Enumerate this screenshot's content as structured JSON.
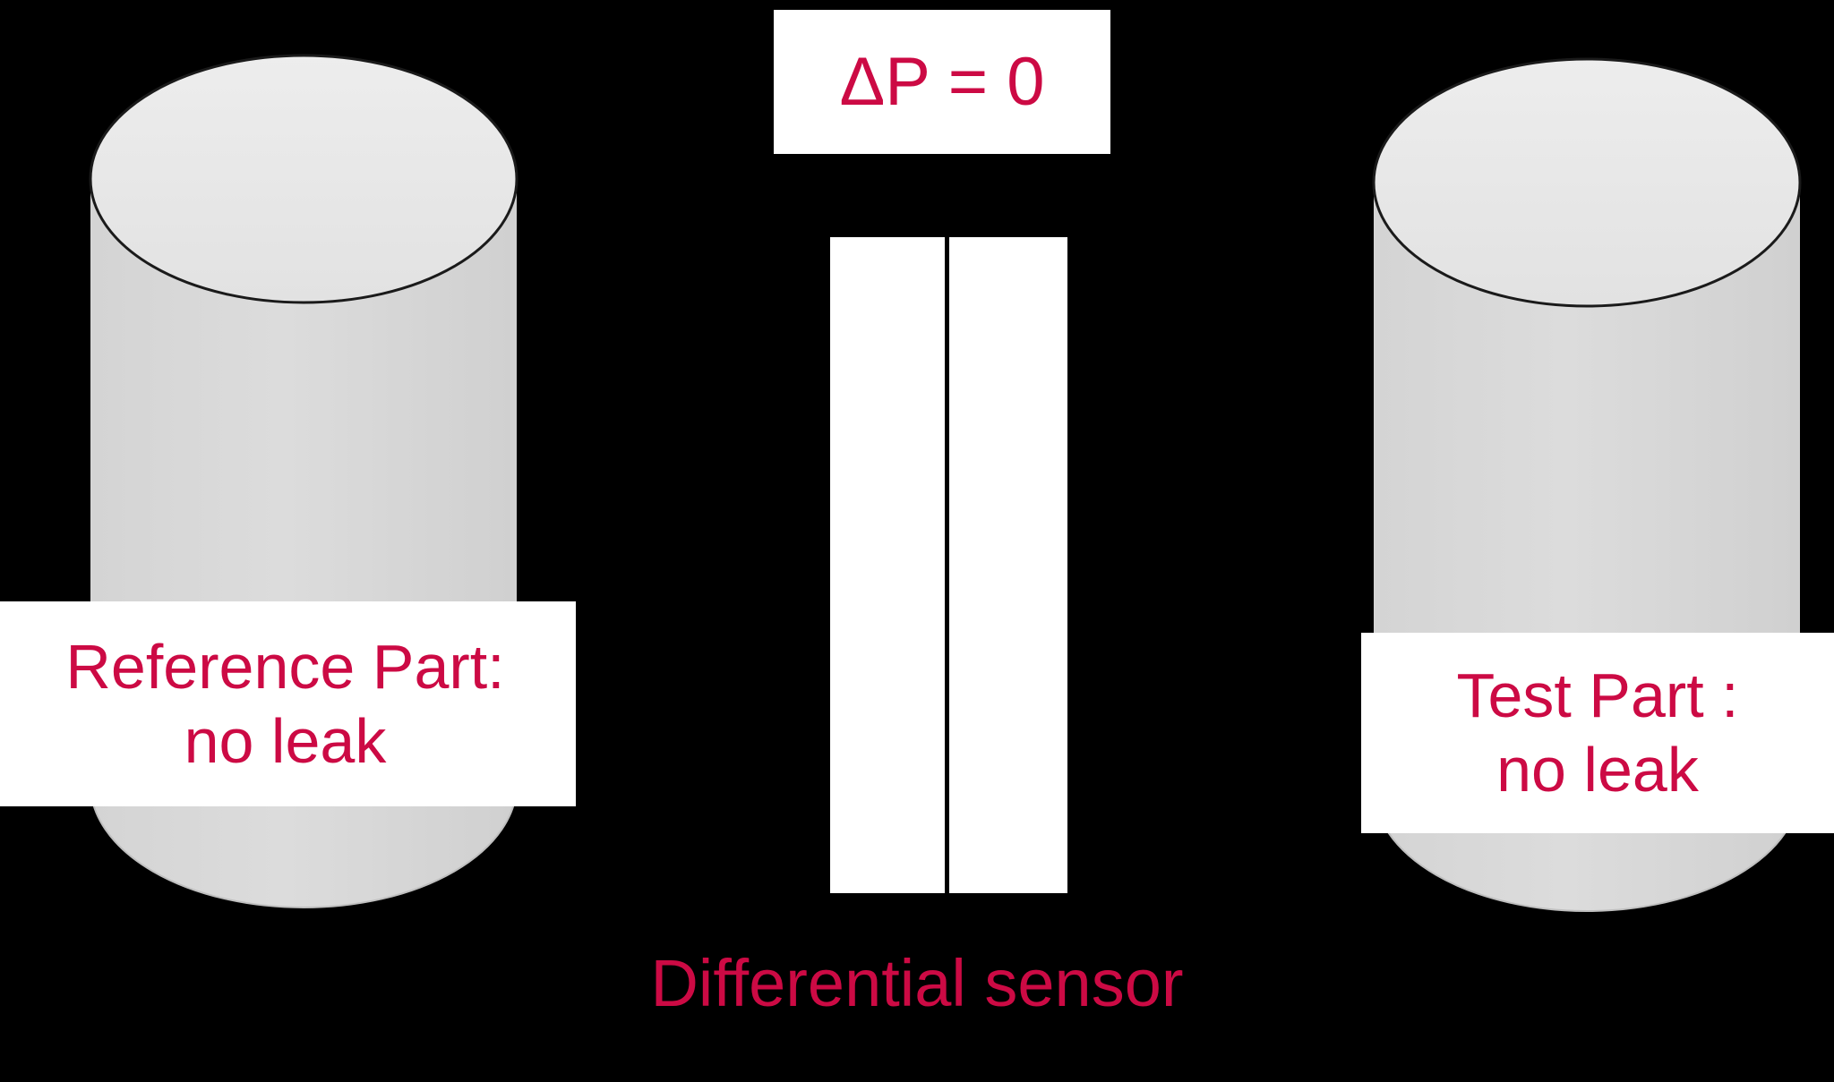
{
  "diagram": {
    "background_color": "#000000",
    "accent_color": "#CC0A44",
    "box_color": "#ffffff",
    "cylinder_body_color": "#D6D6D6",
    "cylinder_top_color": "#E8E8E8",
    "cylinder_outline_color": "#1a1a1a"
  },
  "pressure_label": {
    "text": "ΔP = 0"
  },
  "reference_part": {
    "line1": "Reference Part:",
    "line2": "no leak"
  },
  "test_part": {
    "line1": "Test Part :",
    "line2": "no leak"
  },
  "sensor": {
    "caption": "Differential sensor",
    "plate_count": 2
  },
  "icons": {
    "left_cylinder": "cylinder-icon",
    "right_cylinder": "cylinder-icon",
    "sensor": "differential-sensor-icon"
  }
}
